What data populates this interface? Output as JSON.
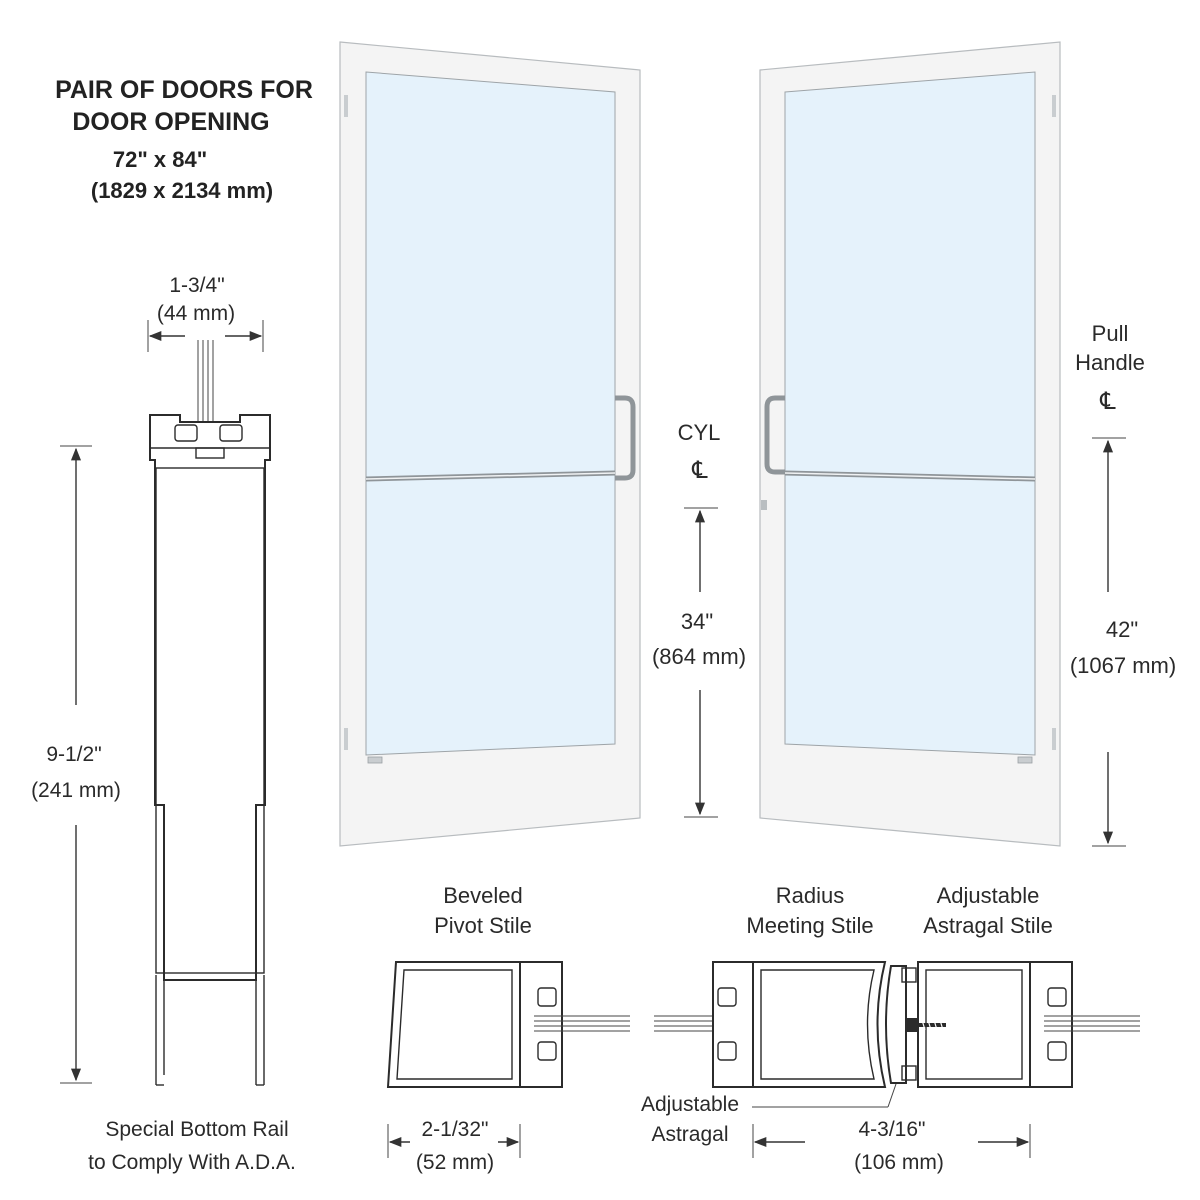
{
  "header": {
    "line1": "PAIR OF DOORS FOR",
    "line2": "DOOR OPENING",
    "size_imperial": "72\" x 84\"",
    "size_metric": "(1829 x 2134 mm)"
  },
  "bottom_rail": {
    "width_imperial": "1-3/4\"",
    "width_metric": "(44 mm)",
    "height_imperial": "9-1/2\"",
    "height_metric": "(241 mm)",
    "caption_line1": "Special Bottom Rail",
    "caption_line2": "to Comply With A.D.A."
  },
  "cylinder": {
    "label": "CYL",
    "centerline_symbol": "℄",
    "height_imperial": "34\"",
    "height_metric": "(864 mm)"
  },
  "pull_handle": {
    "label_line1": "Pull",
    "label_line2": "Handle",
    "centerline_symbol": "℄",
    "height_imperial": "42\"",
    "height_metric": "(1067 mm)"
  },
  "sections": {
    "beveled_pivot_stile": {
      "label_line1": "Beveled",
      "label_line2": "Pivot Stile",
      "width_imperial": "2-1/32\"",
      "width_metric": "(52 mm)"
    },
    "radius_meeting_stile": {
      "label_line1": "Radius",
      "label_line2": "Meeting Stile"
    },
    "adjustable_astragal_stile": {
      "label_line1": "Adjustable",
      "label_line2": "Astragal Stile"
    },
    "adjustable_astragal": {
      "label_line1": "Adjustable",
      "label_line2": "Astragal"
    },
    "meeting_width_imperial": "4-3/16\"",
    "meeting_width_metric": "(106 mm)"
  }
}
